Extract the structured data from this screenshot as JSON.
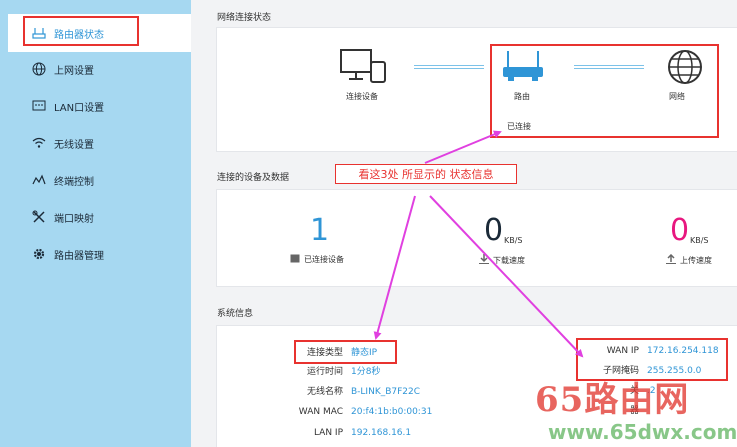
{
  "sidebar": {
    "items": [
      {
        "label": "路由器状态",
        "icon": "router-icon"
      },
      {
        "label": "上网设置",
        "icon": "globe-icon"
      },
      {
        "label": "LAN口设置",
        "icon": "lan-port-icon"
      },
      {
        "label": "无线设置",
        "icon": "wifi-icon"
      },
      {
        "label": "终端控制",
        "icon": "chart-icon"
      },
      {
        "label": "端口映射",
        "icon": "tools-icon"
      },
      {
        "label": "路由器管理",
        "icon": "gear-icon"
      }
    ]
  },
  "network_status": {
    "title": "网络连接状态",
    "device_label": "连接设备",
    "router_label": "路由",
    "internet_label": "网络",
    "router_state": "已连接"
  },
  "devices": {
    "title": "连接的设备及数据",
    "connected_count": "1",
    "connected_label": "已连接设备",
    "download_value": "0",
    "download_unit": "KB/S",
    "download_label": "下载速度",
    "upload_value": "0",
    "upload_unit": "KB/S",
    "upload_label": "上传速度"
  },
  "system_info": {
    "title": "系统信息",
    "left": [
      {
        "key": "连接类型",
        "value": "静态IP"
      },
      {
        "key": "运行时间",
        "value": "1分8秒"
      },
      {
        "key": "无线名称",
        "value": "B-LINK_B7F22C"
      },
      {
        "key": "WAN MAC",
        "value": "20:f4:1b:b0:00:31"
      },
      {
        "key": "LAN IP",
        "value": "192.168.16.1"
      }
    ],
    "right": [
      {
        "key": "WAN IP",
        "value": "172.16.254.118"
      },
      {
        "key": "子网掩码",
        "value": "255.255.0.0"
      },
      {
        "key": "关",
        "value": ".2"
      },
      {
        "key": "器",
        "value": ""
      }
    ]
  },
  "annotation": {
    "callout": "看这3处 所显示的 状态信息"
  },
  "watermark": {
    "main": "65路由网",
    "url": "www.65dwx.com"
  },
  "colors": {
    "sidebar": "#a6d8f1",
    "accent": "#2f95d6",
    "magenta": "#e040e0",
    "annotation_red": "#e8322f"
  }
}
